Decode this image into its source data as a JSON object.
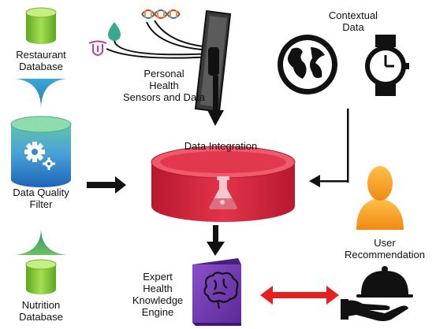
{
  "labels": {
    "restaurant_db": "Restaurant\nDatabase",
    "data_quality_filter": "Data Quality\nFilter",
    "nutrition_db": "Nutrition\nDatabase",
    "personal_health": "Personal\nHealth\nSensors and Data",
    "contextual_data": "Contextual\nData",
    "data_integration": "Data Integration",
    "expert_engine": "Expert\nHealth\nKnowledge\nEngine",
    "user_recommendation": "User\nRecommendation"
  },
  "colors": {
    "cylinder_green": "#8ccf3a",
    "cylinder_blue": "#3b8fd6",
    "integration_red": "#d8243a",
    "engine_purple": "#7a3fb6",
    "user_orange": "#f7a21b",
    "double_arrow_red": "#e62020",
    "funnel_teal": "#2fa6b5"
  },
  "icons": [
    "water-drop-icon",
    "dna-icon",
    "tongue-icon",
    "globe-icon",
    "watch-icon",
    "gear-icon",
    "flask-icon",
    "brain-icon",
    "user-icon",
    "cloche-icon"
  ]
}
